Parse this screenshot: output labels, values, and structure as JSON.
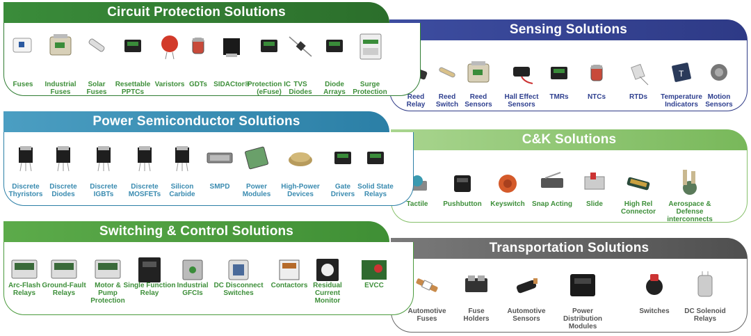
{
  "panels": {
    "circuit": {
      "title": "Circuit Protection Solutions",
      "items": [
        "Fuses",
        "Industrial\nFuses",
        "Solar\nFuses",
        "Resettable\nPPTCs",
        "Varistors",
        "GDTs",
        "SIDACtor®",
        "Protection IC\n(eFuse)",
        "TVS\nDiodes",
        "Diode\nArrays",
        "Surge\nProtection"
      ]
    },
    "sensing": {
      "title": "Sensing Solutions",
      "items": [
        "Reed\nRelay",
        "Reed\nSwitch",
        "Reed\nSensors",
        "Hall Effect\nSensors",
        "TMRs",
        "NTCs",
        "RTDs",
        "Temperature\nIndicators",
        "Motion\nSensors"
      ]
    },
    "power": {
      "title": "Power Semiconductor Solutions",
      "items": [
        "Discrete\nThyristors",
        "Discrete\nDiodes",
        "Discrete\nIGBTs",
        "Discrete\nMOSFETs",
        "Silicon\nCarbide",
        "SMPD",
        "Power\nModules",
        "High-Power\nDevices",
        "Gate\nDrivers",
        "Solid State\nRelays"
      ]
    },
    "ck": {
      "title": "C&K Solutions",
      "items": [
        "Tactile",
        "Pushbutton",
        "Keyswitch",
        "Snap Acting",
        "Slide",
        "High Rel\nConnector",
        "Aerospace & Defense\ninterconnects"
      ]
    },
    "switching": {
      "title": "Switching & Control Solutions",
      "items": [
        "Arc-Flash\nRelays",
        "Ground-Fault\nRelays",
        "Motor &\nPump\nProtection",
        "Single Function\nRelay",
        "Industrial\nGFCIs",
        "DC Disconnect\nSwitches",
        "Contactors",
        "Residual\nCurrent\nMonitor",
        "EVCC"
      ]
    },
    "transport": {
      "title": "Transportation Solutions",
      "items": [
        "Automotive\nFuses",
        "Fuse\nHolders",
        "Automotive\nSensors",
        "Power Distribution\nModules",
        "Switches",
        "DC Solenoid\nRelays"
      ]
    }
  },
  "colors": {
    "green": "#2f7d32",
    "navy": "#2e3a86",
    "blue": "#2b7fa6",
    "lightgreen": "#86c06a",
    "grey": "#5a5a5a"
  }
}
